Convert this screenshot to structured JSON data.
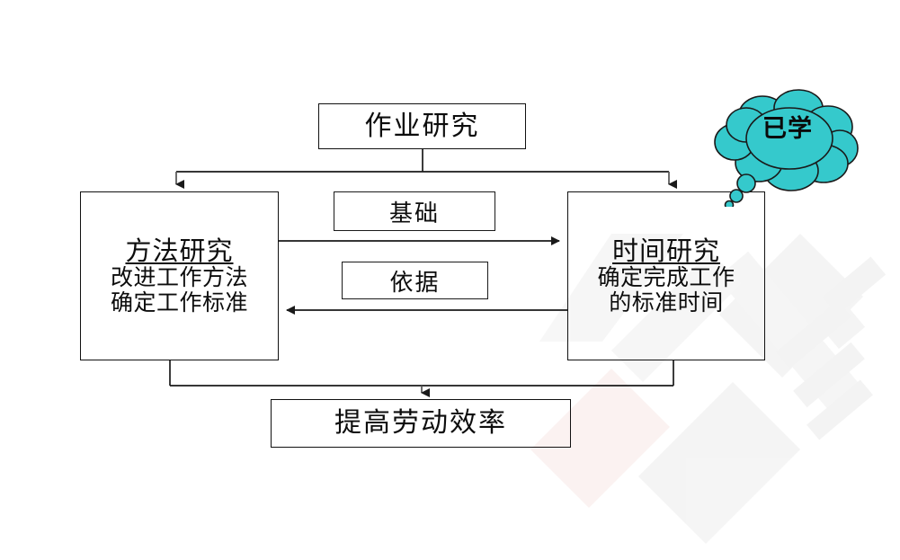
{
  "diagram": {
    "title_node": {
      "text": "作业研究"
    },
    "left_node": {
      "title": "方法研究",
      "line1": "改进工作方法",
      "line2": "确定工作标准"
    },
    "right_node": {
      "title": "时间研究",
      "line1": "确定完成工作",
      "line2": "的标准时间"
    },
    "bottom_node": {
      "text": "提高劳动效率"
    },
    "edge_labels": {
      "basis": "基础",
      "reason": "依据"
    },
    "annotation": {
      "bubble_text": "已学",
      "bubble_color": "#35C9CC",
      "bubble_outline": "#1a1a1a"
    },
    "colors": {
      "stroke": "#111111",
      "text": "#0d0d0d",
      "background": "#ffffff",
      "watermark": "#f2f2f2",
      "watermark_pink": "#fbf0ef"
    }
  }
}
